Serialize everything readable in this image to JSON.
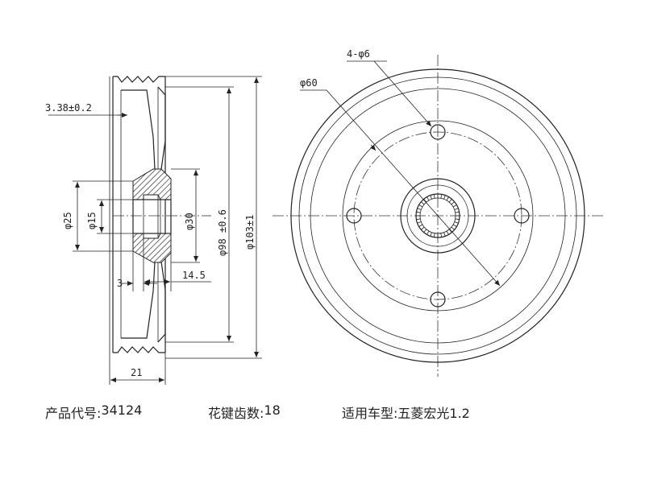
{
  "drawing": {
    "dimensions": {
      "groove_width": "3.38±0.2",
      "bore_outer": "φ25",
      "bore_inner": "φ15",
      "hub_diameter": "φ30",
      "pulley_diameter": "φ98 ±0.6",
      "outer_diameter": "φ103±1",
      "hub_offset": "3",
      "hub_depth": "14.5",
      "total_width": "21",
      "bolt_holes": "4-φ6",
      "bolt_circle": "φ60"
    }
  },
  "caption": {
    "product_code_label": "产品代号:",
    "product_code_value": "34124",
    "spline_teeth_label": "花键齿数:",
    "spline_teeth_value": "18",
    "vehicle_label": "适用车型:",
    "vehicle_value": "五菱宏光1.2"
  }
}
